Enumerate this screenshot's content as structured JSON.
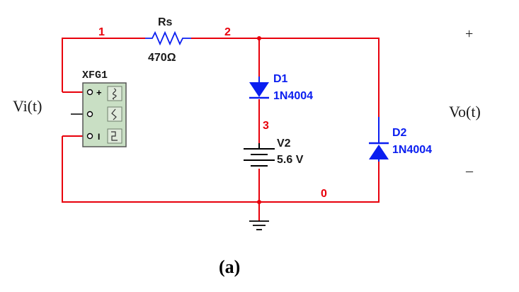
{
  "colors": {
    "wire": "#e8000b",
    "component": "#0a1ef0",
    "label": "#1a1a1a",
    "node": "#e8000b",
    "generator_fill": "#c9dfc4"
  },
  "nodes": {
    "n1": "1",
    "n2": "2",
    "n3": "3",
    "n0": "0"
  },
  "resistor": {
    "name": "Rs",
    "value": "470Ω"
  },
  "diode1": {
    "name": "D1",
    "model": "1N4004"
  },
  "diode2": {
    "name": "D2",
    "model": "1N4004"
  },
  "battery": {
    "name": "V2",
    "value": "5.6 V"
  },
  "generator": {
    "name": "XFG1",
    "plus": "+",
    "minus": "I",
    "icon_sine": "sine-wave-icon",
    "icon_triangle": "triangle-wave-icon",
    "icon_square": "square-wave-icon"
  },
  "input_label": "Vi(t)",
  "output": {
    "label": "Vo(t)",
    "plus": "+",
    "minus": "–"
  },
  "caption": "(a)"
}
